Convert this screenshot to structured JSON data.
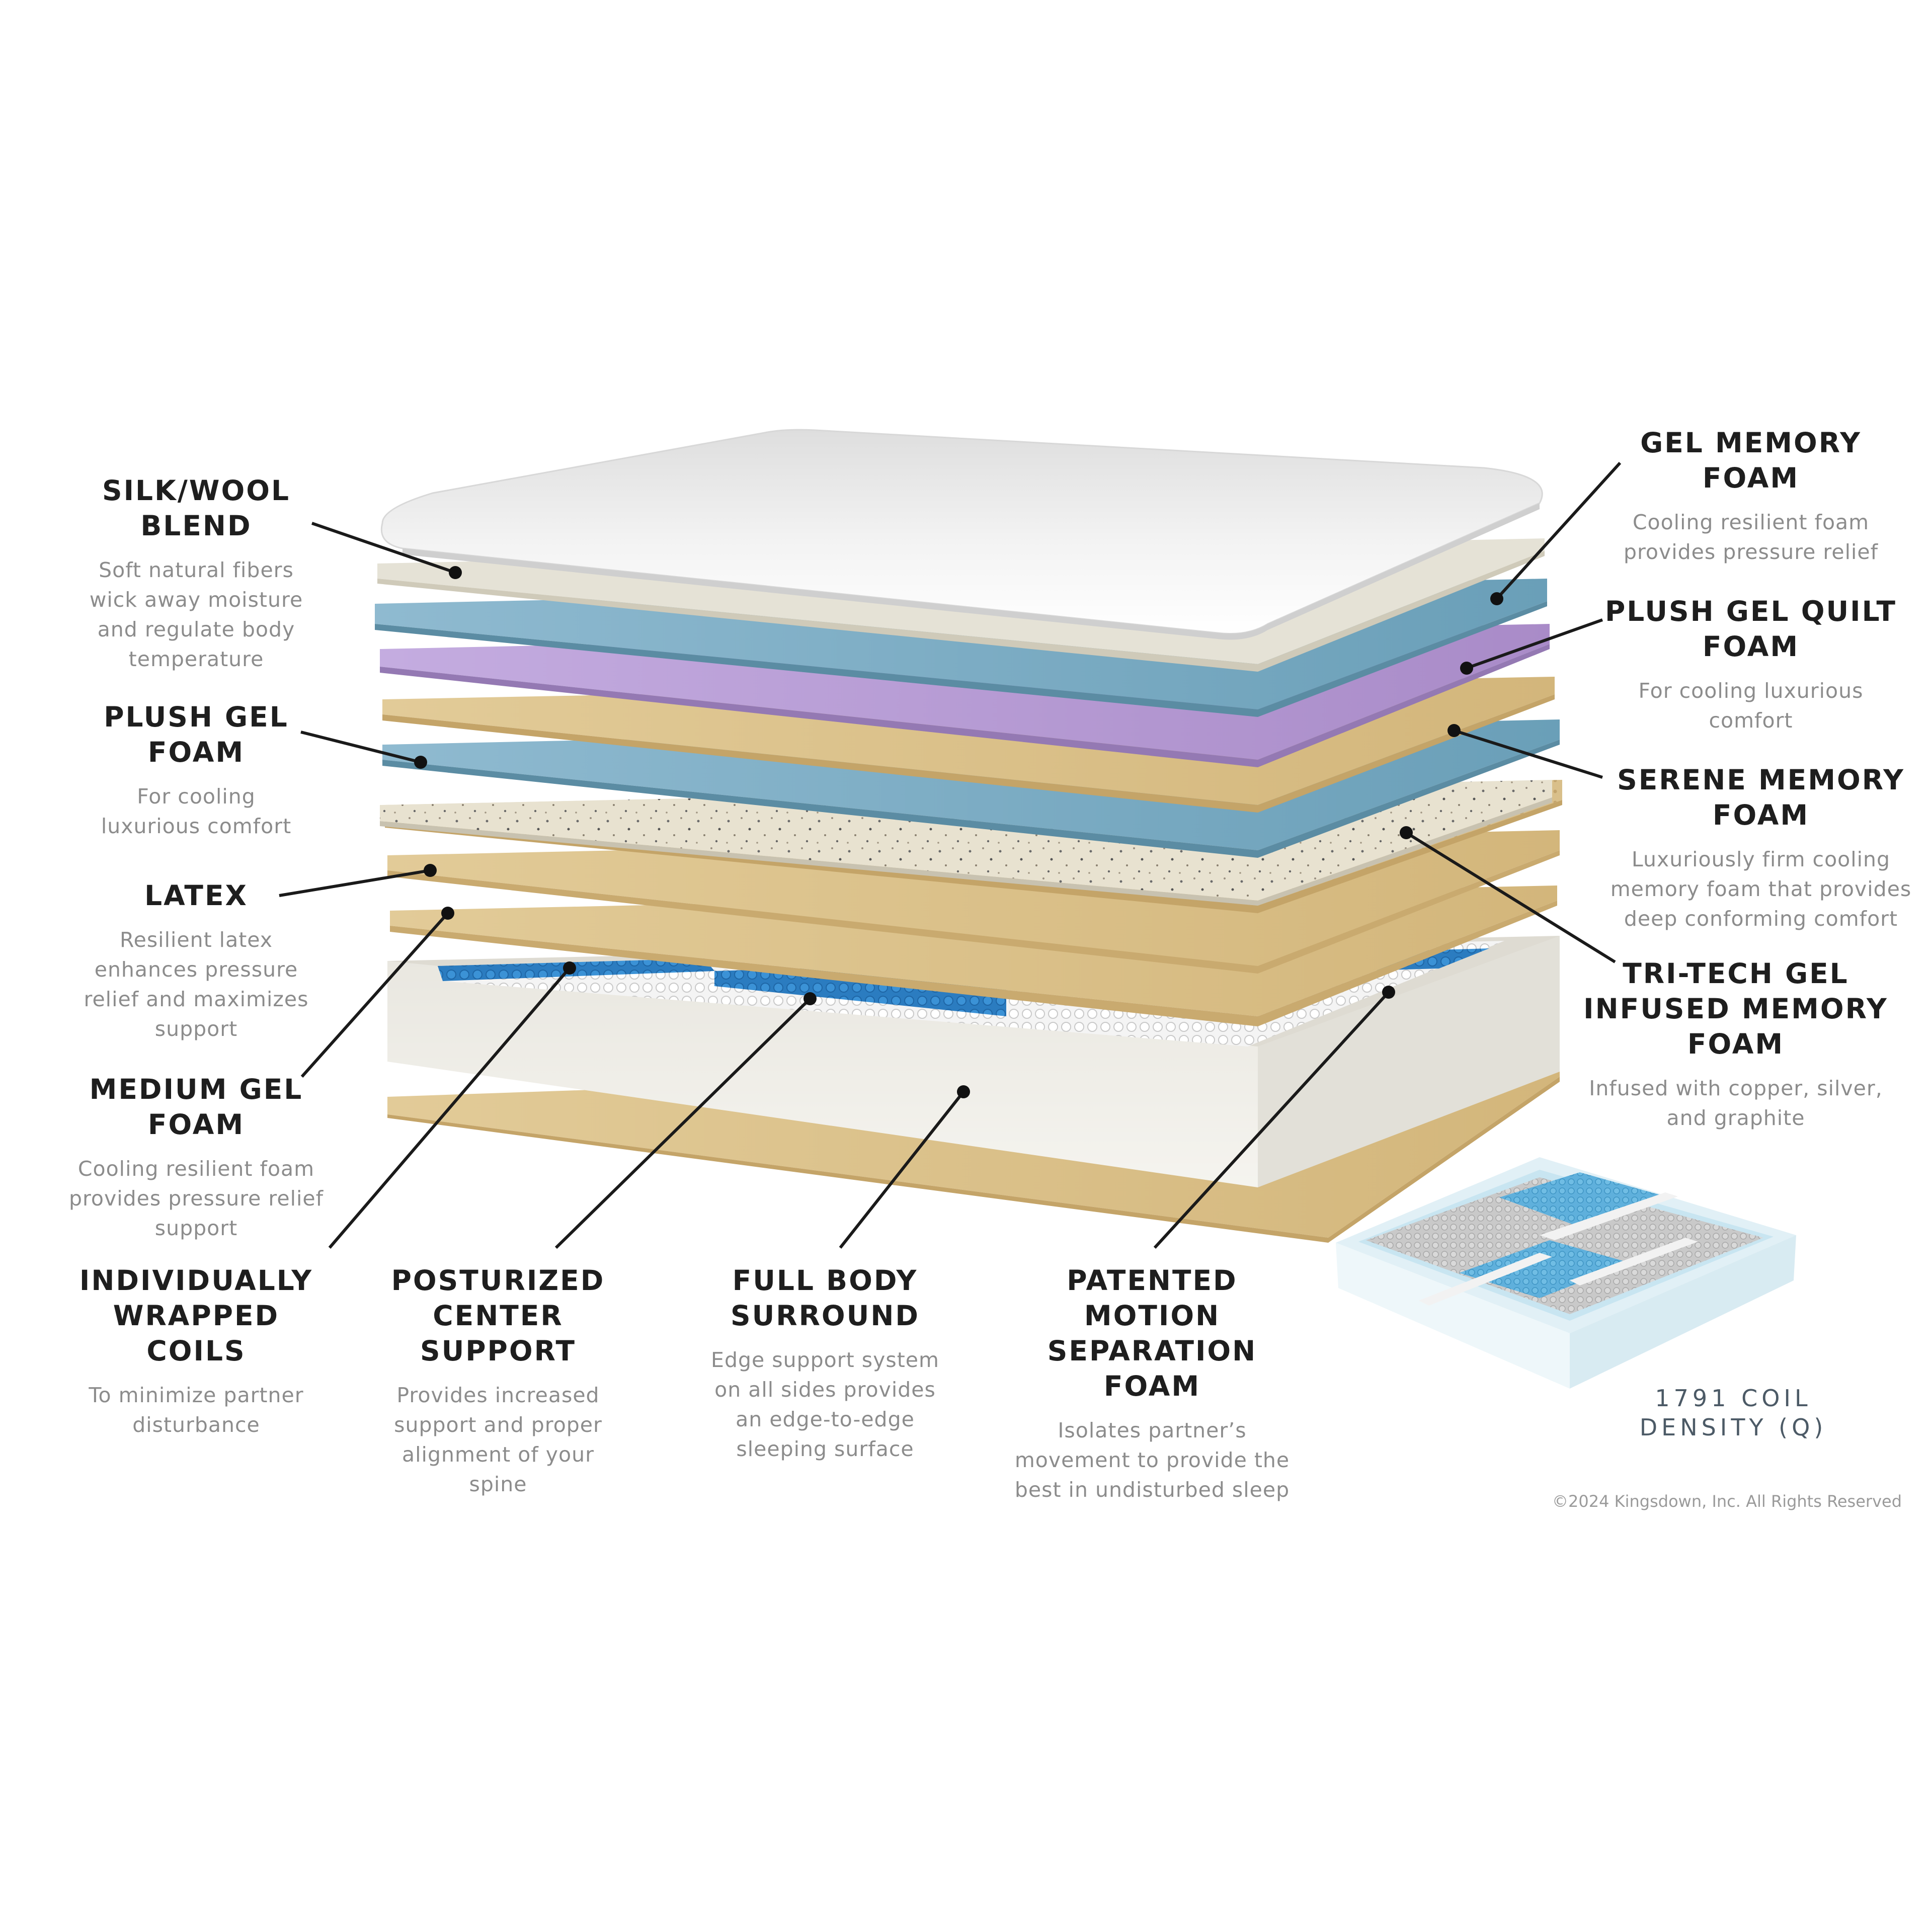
{
  "callouts": {
    "silk_wool": {
      "title": "SILK/WOOL\nBLEND",
      "desc": "Soft natural fibers\nwick away moisture\nand regulate body\ntemperature"
    },
    "plush_gel_foam": {
      "title": "PLUSH GEL\nFOAM",
      "desc": "For cooling\nluxurious comfort"
    },
    "latex": {
      "title": "LATEX",
      "desc": "Resilient latex\nenhances pressure\nrelief and maximizes\nsupport"
    },
    "medium_gel_foam": {
      "title": "MEDIUM GEL\nFOAM",
      "desc": "Cooling resilient foam\nprovides pressure relief\nsupport"
    },
    "coils": {
      "title": "INDIVIDUALLY\nWRAPPED\nCOILS",
      "desc": "To minimize partner\ndisturbance"
    },
    "posturized": {
      "title": "POSTURIZED\nCENTER\nSUPPORT",
      "desc": "Provides increased\nsupport and proper\nalignment of your\nspine"
    },
    "full_body": {
      "title": "FULL BODY\nSURROUND",
      "desc": "Edge support system\non all sides provides\nan edge-to-edge\nsleeping surface"
    },
    "motion": {
      "title": "PATENTED\nMOTION\nSEPARATION\nFOAM",
      "desc": "Isolates partner’s\nmovement to provide the\nbest in undisturbed sleep"
    },
    "gel_memory": {
      "title": "GEL MEMORY\nFOAM",
      "desc": "Cooling resilient foam\nprovides pressure relief"
    },
    "plush_gel_quilt": {
      "title": "PLUSH GEL QUILT\nFOAM",
      "desc": "For cooling luxurious\ncomfort"
    },
    "serene": {
      "title": "SERENE MEMORY\nFOAM",
      "desc": "Luxuriously firm cooling\nmemory foam that provides\ndeep conforming comfort"
    },
    "tri_tech": {
      "title": "TRI-TECH GEL\nINFUSED MEMORY\nFOAM",
      "desc": "Infused with copper, silver,\nand graphite"
    }
  },
  "coil_density": "1791 COIL\nDENSITY (Q)",
  "copyright": "©2024 Kingsdown, Inc. All Rights Reserved",
  "colors": {
    "cover": "#f1f1f1",
    "silk_wool": "#e3e0d4",
    "blue_foam": "#7fb0c8",
    "purple_foam": "#b79fd3",
    "tan_foam": "#dcc38f",
    "speckled": "#e6e0cf",
    "base": "#ebe9e2",
    "coil_blue": "#2f84c9",
    "leader": "#1a1a1a"
  }
}
